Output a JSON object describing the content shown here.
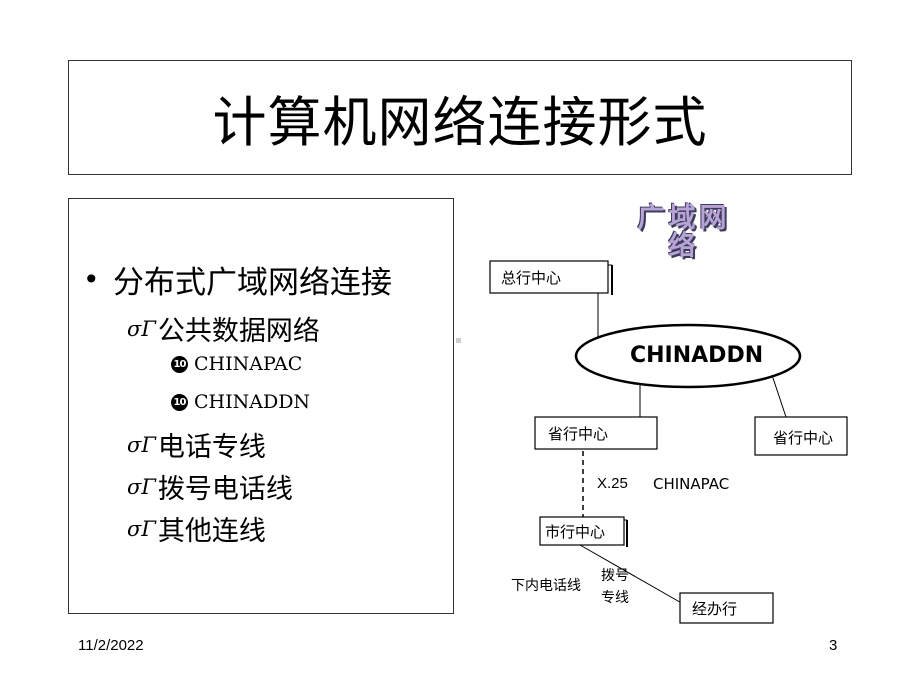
{
  "slide": {
    "title": "计算机网络连接形式",
    "date": "11/2/2022",
    "page_number": "3"
  },
  "content": {
    "bullet_symbol": "•",
    "main_bullet": "分布式广域网络连接",
    "sub_mark": "σΓ",
    "items": [
      {
        "label": "公共数据网络"
      },
      {
        "label": "电话专线"
      },
      {
        "label": "拨号电话线"
      },
      {
        "label": "其他连线"
      }
    ],
    "sub_items": [
      {
        "num": "10",
        "label": "CHINAPAC"
      },
      {
        "num": "10",
        "label": "CHINADDN"
      }
    ]
  },
  "diagram": {
    "title_line1": "广域网",
    "title_line2": "络",
    "hq": "总行中心",
    "network": "CHINADDN",
    "province_left": "省行中心",
    "province_right": "省行中心",
    "link_x25": "X.25",
    "link_chinapac": "CHINAPAC",
    "city": "市行中心",
    "dialup_line1": "拨号",
    "dialup_line2": "专线",
    "intranet_phone": "下内电话线",
    "office": "经办行"
  }
}
